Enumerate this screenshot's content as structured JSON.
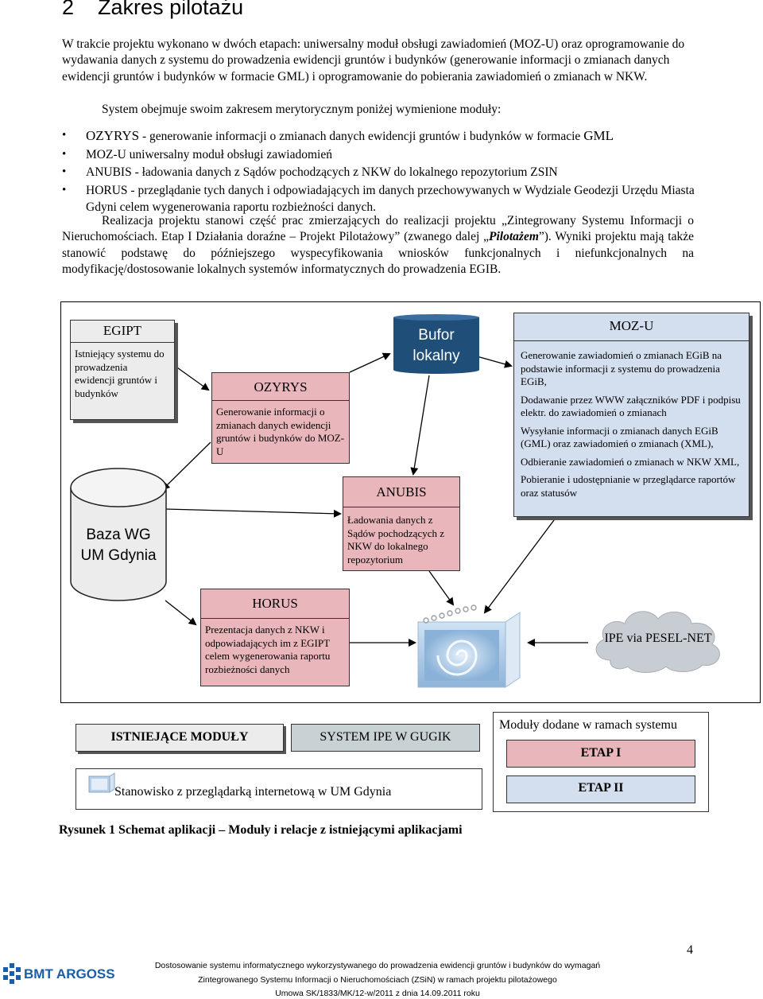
{
  "heading": {
    "number": "2",
    "title": "Zakres pilotażu"
  },
  "intro": "W trakcie projektu wykonano w dwóch etapach: uniwersalny moduł obsługi zawiadomień (MOZ-U) oraz oprogramowanie do wydawania danych z systemu do prowadzenia ewidencji gruntów i budynków (generowanie informacji o zmianach danych ewidencji gruntów i budynków w formacie GML) i oprogramowanie do pobierania zawiadomień o zmianach w NKW.",
  "scope": "System obejmuje swoim zakresem merytorycznym poniżej wymienione moduły:",
  "bullets": {
    "b1_name": "OZYRYS",
    "b1_text": " - generowanie informacji o zmianach danych ewidencji gruntów i budynków w formacie ",
    "b1_gml": "GML",
    "b2": "MOZ-U uniwersalny moduł obsługi zawiadomień",
    "b3": "ANUBIS - ładowania danych z Sądów pochodzących z NKW do lokalnego repozytorium ZSIN",
    "b4": "HORUS - przeglądanie tych danych i odpowiadających im danych przechowywanych w Wydziale Geodezji Urzędu Miasta Gdyni celem wygenerowania raportu rozbieżności danych."
  },
  "realization": {
    "before": "Realizacja projektu stanowi część prac zmierzających do realizacji projektu „Zintegrowany Systemu Informacji o Nieruchomościach. Etap I Działania doraźne – Projekt Pilotażowy” (zwanego dalej „",
    "emph": "Pilotażem",
    "after": "”). Wyniki projektu mają także stanowić podstawę do późniejszego wyspecyfikowania wniosków funkcjonalnych i niefunkcjonalnych na modyfikację/dostosowanie lokalnych systemów informatycznych do prowadzenia EGIB."
  },
  "diagram": {
    "egipt": {
      "title": "EGIPT",
      "text": "Istniejący systemu do prowadzenia ewidencji gruntów i budynków"
    },
    "ozyrys": {
      "title": "OZYRYS",
      "text": "Generowanie informacji o zmianach danych ewidencji gruntów i budynków do MOZ-U"
    },
    "bufor": {
      "line1": "Bufor",
      "line2": "lokalny"
    },
    "mozu": {
      "title": "MOZ-U",
      "items": [
        "Generowanie zawiadomień o zmianach EGiB na podstawie informacji z systemu do prowadzenia EGiB,",
        "Dodawanie przez WWW załączników PDF i podpisu elektr. do zawiadomień o zmianach",
        "Wysyłanie informacji o zmianach danych EGiB (GML) oraz zawiadomień o zmianach (XML),",
        "Odbieranie zawiadomień o zmianach w NKW XML,",
        "Pobieranie i udostępnianie w przeglądarce raportów oraz statusów"
      ]
    },
    "baza": {
      "line1": "Baza WG",
      "line2": "UM Gdynia"
    },
    "anubis": {
      "title": "ANUBIS",
      "text": "Ładowania danych z Sądów pochodzących z NKW do lokalnego repozytorium"
    },
    "horus": {
      "title": "HORUS",
      "text": "Prezentacja danych z NKW i odpowiadających im z EGIPT celem wygenerowania raportu rozbieżności danych"
    },
    "ipe": "IPE via PESEL-NET"
  },
  "legend": {
    "existing": "ISTNIEJĄCE MODUŁY",
    "system_ipe": "SYSTEM IPE W GUGIK",
    "modules_added": "Moduły dodane w ramach systemu",
    "etap1": "ETAP I",
    "etap2": "ETAP II",
    "workstation": "Stanowisko z przeglądarką internetową w UM Gdynia"
  },
  "caption": "Rysunek 1 Schemat aplikacji – Moduły i relacje z istniejącymi aplikacjami",
  "footer": {
    "page": "4",
    "logo": "BMT ARGOSS",
    "line1": "Dostosowanie systemu informatycznego wykorzystywanego do prowadzenia ewidencji gruntów i budynków do wymagań",
    "line2": "Zintegrowanego Systemu Informacji o Nieruchomościach (ZSiN) w ramach projektu pilotażowego",
    "line3": "Umowa SK/1833/MK/12-w/2011 z dnia 14.09.2011 roku"
  },
  "colors": {
    "existing": "#ececec",
    "etap1": "#e8b6bb",
    "etap2": "#d3deef",
    "system_ipe": "#c8d1d4",
    "bufor": "#1f4e79",
    "logo": "#1a5ea8"
  }
}
